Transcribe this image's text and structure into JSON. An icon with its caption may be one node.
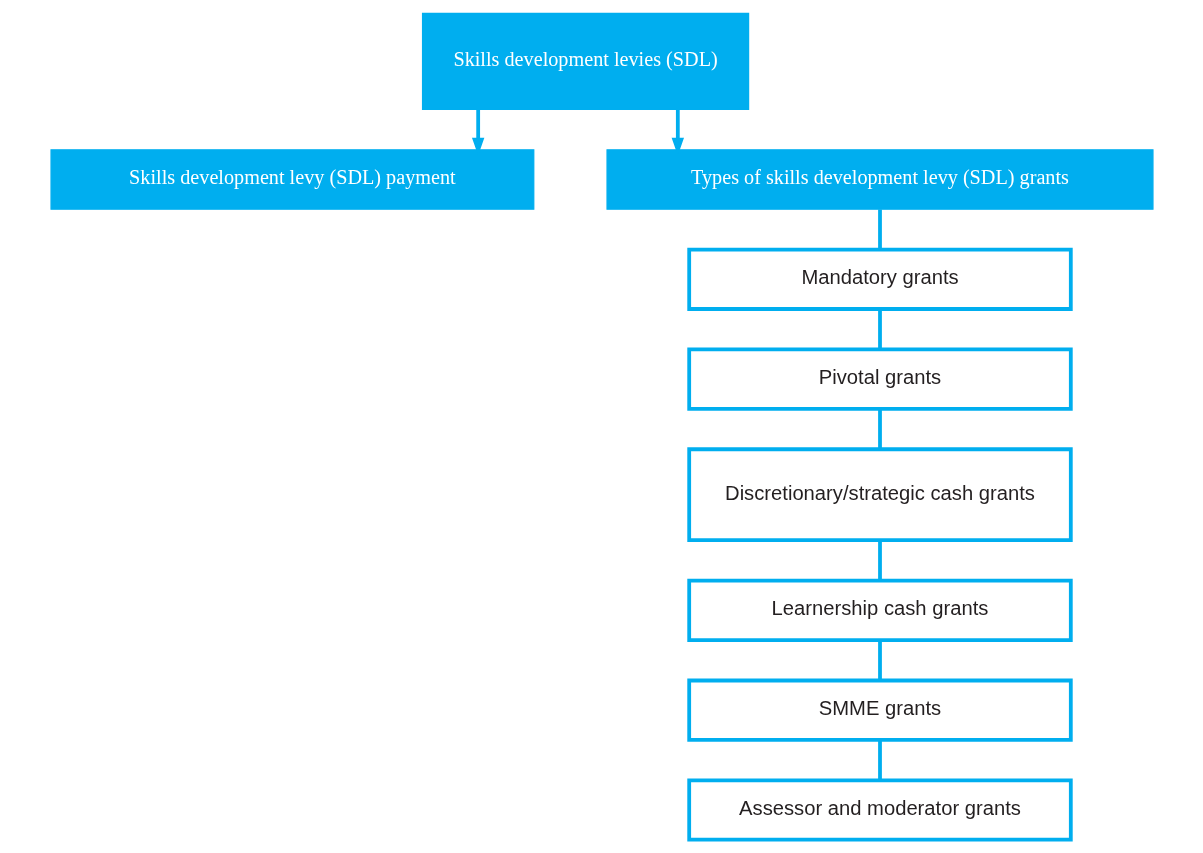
{
  "diagram": {
    "nodes": [
      {
        "text": [
          "Skills development levies (SDL)"
        ]
      },
      {
        "text": [
          "Skills development levy (SDL) payment"
        ]
      },
      {
        "text": [
          "Types of skills development levy (SDL) grants"
        ]
      },
      {
        "text": [
          "Mandatory grants"
        ]
      },
      {
        "text": [
          "Pivotal grants"
        ]
      },
      {
        "text": [
          "Discretionary/strategic cash grants"
        ]
      },
      {
        "text": [
          "Learnership cash grants"
        ]
      },
      {
        "text": [
          "SMME grants"
        ]
      },
      {
        "text": [
          "Assessor and moderator grants"
        ]
      }
    ],
    "edges": [
      {
        "from": 0,
        "to": 1,
        "arrow": "to"
      },
      {
        "from": 0,
        "to": 2,
        "arrow": "to"
      },
      {
        "from": 2,
        "to": 3,
        "arrow": "none"
      },
      {
        "from": 3,
        "to": 4,
        "arrow": "none"
      },
      {
        "from": 4,
        "to": 5,
        "arrow": "none"
      },
      {
        "from": 5,
        "to": 6,
        "arrow": "none"
      },
      {
        "from": 6,
        "to": 7,
        "arrow": "none"
      },
      {
        "from": 7,
        "to": 8,
        "arrow": "none"
      }
    ]
  }
}
